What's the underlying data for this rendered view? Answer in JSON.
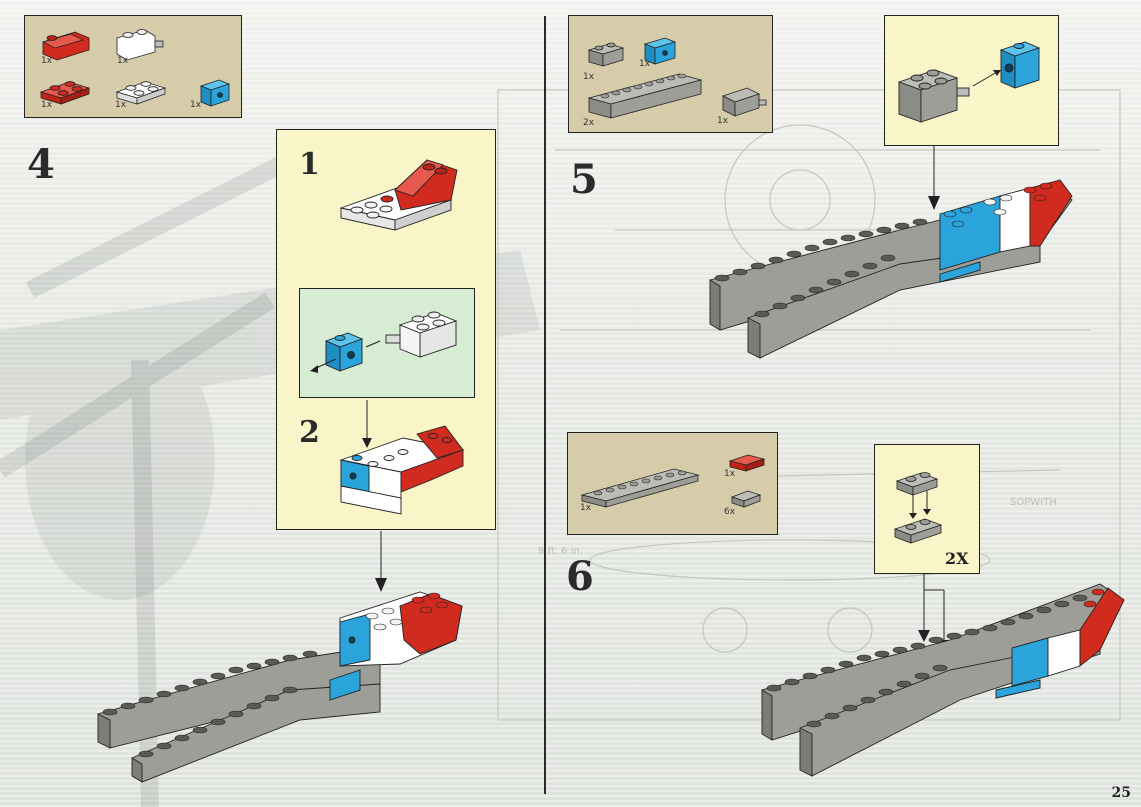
{
  "page": {
    "number": "25"
  },
  "steps": {
    "step4": {
      "number": "4",
      "inventory": [
        {
          "qty": "1x",
          "color": "red",
          "shape": "slope"
        },
        {
          "qty": "1x",
          "color": "white",
          "shape": "brick-with-pin"
        },
        {
          "qty": "1x",
          "color": "red",
          "shape": "plate-2x2"
        },
        {
          "qty": "1x",
          "color": "white",
          "shape": "plate-2x2"
        },
        {
          "qty": "1x",
          "color": "blue",
          "shape": "technic-brick"
        }
      ],
      "substeps": [
        "1",
        "2"
      ]
    },
    "step5": {
      "number": "5",
      "inventory": [
        {
          "qty": "1x",
          "color": "gray",
          "shape": "brick-1x2"
        },
        {
          "qty": "1x",
          "color": "blue",
          "shape": "technic-brick"
        },
        {
          "qty": "2x",
          "color": "gray",
          "shape": "brick-1x8"
        },
        {
          "qty": "1x",
          "color": "gray",
          "shape": "brick-with-pin"
        }
      ]
    },
    "step6": {
      "number": "6",
      "inventory": [
        {
          "qty": "1x",
          "color": "gray",
          "shape": "plate-1x8"
        },
        {
          "qty": "1x",
          "color": "red",
          "shape": "plate-1x2"
        },
        {
          "qty": "6x",
          "color": "gray",
          "shape": "plate-1x2"
        }
      ],
      "callout_multiplier": "2X"
    }
  },
  "blueprint_labels": {
    "dimension": "8 ft. 6 in.",
    "maker": "SOPWITH"
  },
  "colors": {
    "red": "#d12b1f",
    "white": "#ffffff",
    "blue": "#2ba4dc",
    "gray": "#9e9e98",
    "inventory_bg": "#d7ccaa",
    "callout_yellow": "#f9f5c9",
    "callout_green": "#d6ecd3"
  }
}
